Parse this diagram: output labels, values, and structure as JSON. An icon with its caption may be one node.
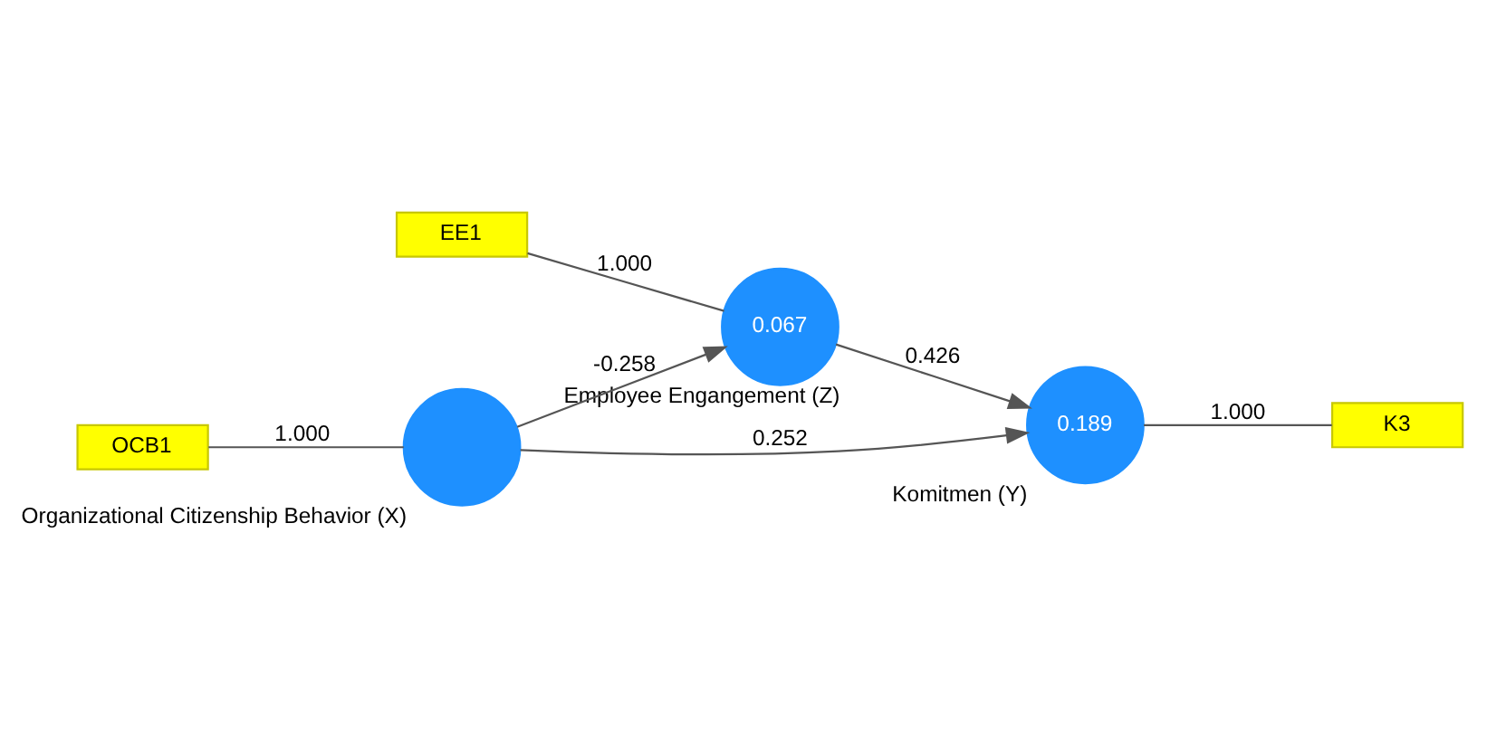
{
  "diagram": {
    "nodes": [
      {
        "text": [
          "EE1"
        ]
      },
      {
        "text": [
          "0.067"
        ],
        "beside": [
          "Employee Engangement (Z)"
        ]
      },
      {
        "text": [
          "OCB1"
        ]
      },
      {
        "text": [],
        "shape": "circle",
        "beside": [
          "Organizational Citizenship Behavior (X)"
        ]
      },
      {
        "text": [
          "0.189"
        ],
        "beside": [
          "Komitmen (Y)"
        ]
      },
      {
        "text": [
          "K3"
        ]
      }
    ],
    "edges": [
      {
        "from": 0,
        "to": 1,
        "arrow": "none",
        "label": "1.000"
      },
      {
        "from": 3,
        "to": 1,
        "arrow": "to",
        "label": "-0.258"
      },
      {
        "from": 1,
        "to": 4,
        "arrow": "to",
        "label": "0.426"
      },
      {
        "from": 3,
        "to": 4,
        "arrow": "to",
        "label": "0.252"
      },
      {
        "from": 2,
        "to": 3,
        "arrow": "none",
        "label": "1.000"
      },
      {
        "from": 4,
        "to": 5,
        "arrow": "none",
        "label": "1.000"
      }
    ]
  }
}
